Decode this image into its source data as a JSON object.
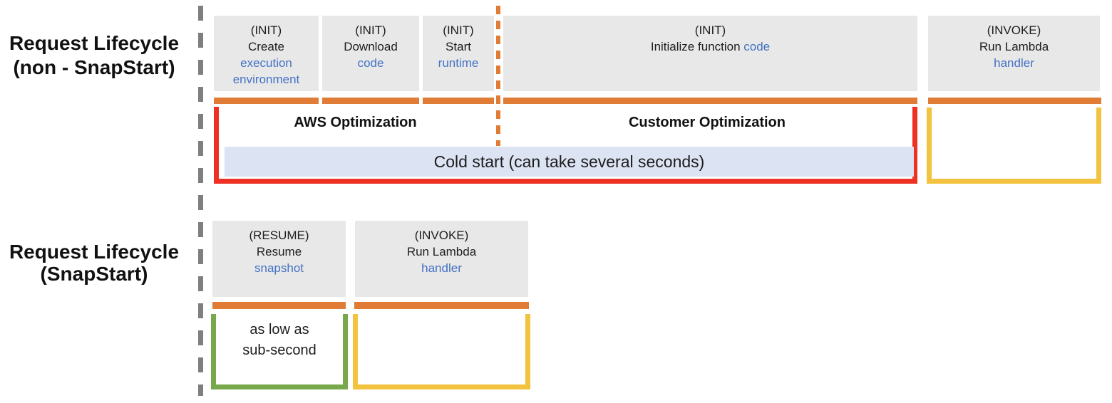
{
  "non_snapstart": {
    "row_label": [
      "Request Lifecycle",
      "(non - SnapStart)"
    ],
    "boxes": [
      {
        "phase": "(INIT)",
        "action": "Create",
        "target": "execution environment"
      },
      {
        "phase": "(INIT)",
        "action": "Download",
        "target": "code"
      },
      {
        "phase": "(INIT)",
        "action": "Start",
        "target": "runtime"
      },
      {
        "phase": "(INIT)",
        "action": "Initialize function",
        "target": "code"
      },
      {
        "phase": "(INVOKE)",
        "action": "Run Lambda",
        "target": "handler"
      }
    ],
    "aws_optimization_label": "AWS Optimization",
    "customer_optimization_label": "Customer Optimization",
    "cold_start_label": "Cold start (can take several seconds)"
  },
  "snapstart": {
    "row_label": [
      "Request Lifecycle",
      "(SnapStart)"
    ],
    "boxes": [
      {
        "phase": "(RESUME)",
        "action": "Resume",
        "target": "snapshot"
      },
      {
        "phase": "(INVOKE)",
        "action": "Run Lambda",
        "target": "handler"
      }
    ],
    "latency_label": [
      "as low as",
      "sub-second"
    ]
  },
  "colors": {
    "phase_box_bg": "#E8E8E8",
    "target_text_blue": "#4472C4",
    "duration_bar_orange": "#E07C36",
    "cold_start_bracket_red": "#EE3123",
    "invoke_bracket_yellow": "#F3C23F",
    "resume_bracket_green": "#77A94C",
    "cold_start_bar_bg": "#DCE3F2",
    "separator_gray": "#7F7F7F"
  }
}
